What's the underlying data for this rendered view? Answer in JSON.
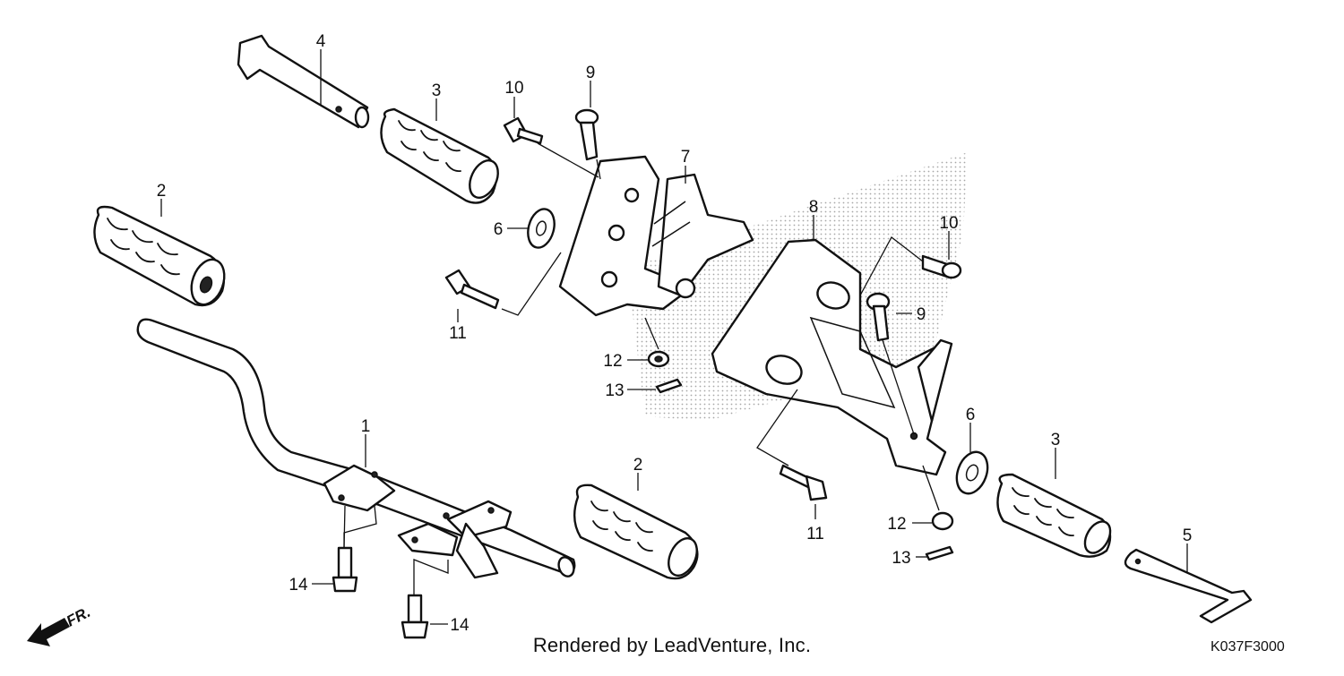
{
  "callouts": [
    {
      "id": "c1",
      "label": "1"
    },
    {
      "id": "c2a",
      "label": "2"
    },
    {
      "id": "c2b",
      "label": "2"
    },
    {
      "id": "c3a",
      "label": "3"
    },
    {
      "id": "c3b",
      "label": "3"
    },
    {
      "id": "c4",
      "label": "4"
    },
    {
      "id": "c5",
      "label": "5"
    },
    {
      "id": "c6a",
      "label": "6"
    },
    {
      "id": "c6b",
      "label": "6"
    },
    {
      "id": "c7",
      "label": "7"
    },
    {
      "id": "c8",
      "label": "8"
    },
    {
      "id": "c9a",
      "label": "9"
    },
    {
      "id": "c9b",
      "label": "9"
    },
    {
      "id": "c10a",
      "label": "10"
    },
    {
      "id": "c10b",
      "label": "10"
    },
    {
      "id": "c11a",
      "label": "11"
    },
    {
      "id": "c11b",
      "label": "11"
    },
    {
      "id": "c12a",
      "label": "12"
    },
    {
      "id": "c12b",
      "label": "12"
    },
    {
      "id": "c13a",
      "label": "13"
    },
    {
      "id": "c13b",
      "label": "13"
    },
    {
      "id": "c14a",
      "label": "14"
    },
    {
      "id": "c14b",
      "label": "14"
    }
  ],
  "front_marker": "FR.",
  "credit": "Rendered by LeadVenture, Inc.",
  "diagram_code": "K037F3000"
}
